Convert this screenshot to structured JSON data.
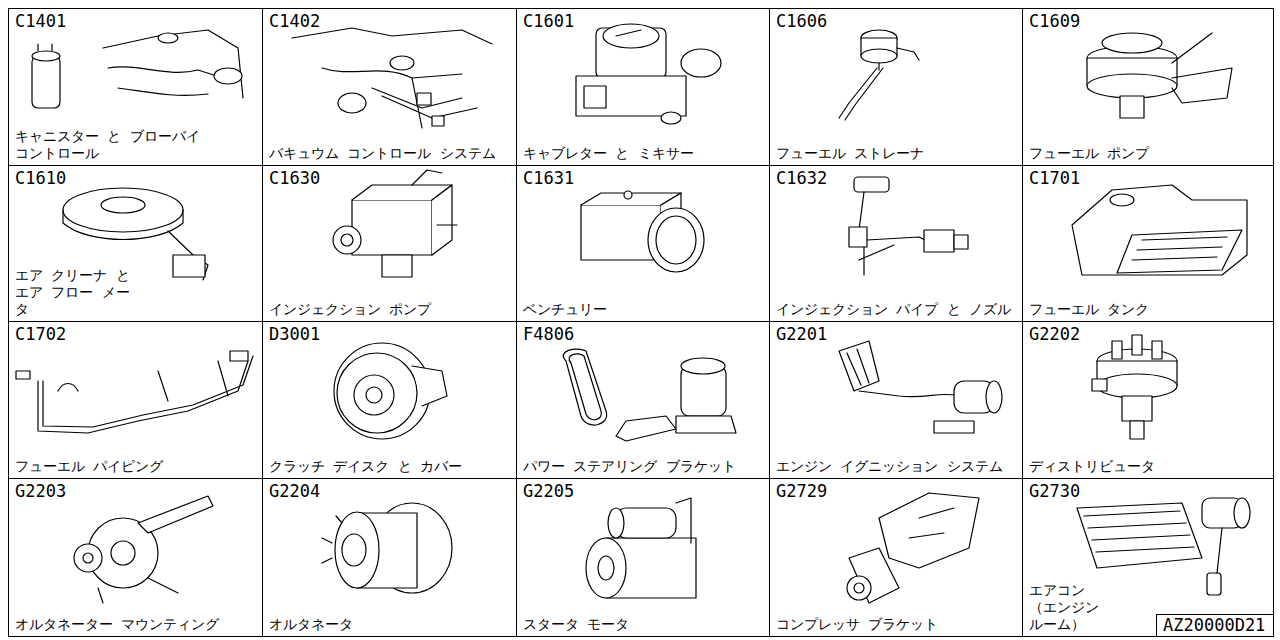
{
  "diagram": {
    "nodes": [
      {
        "text": [
          "C1401",
          "キャニスター と ブローバイ コントロール"
        ]
      },
      {
        "text": [
          "C1402",
          "バキュウム コントロール システム"
        ]
      },
      {
        "text": [
          "C1601",
          "キャブレター と ミキサー"
        ]
      },
      {
        "text": [
          "C1606",
          "フューエル ストレーナ"
        ]
      },
      {
        "text": [
          "C1609",
          "フューエル ポンプ"
        ]
      },
      {
        "text": [
          "C1610",
          "エア クリーナ と エア フロー メータ"
        ]
      },
      {
        "text": [
          "C1630",
          "インジェクション ポンプ"
        ]
      },
      {
        "text": [
          "C1631",
          "ベンチュリー"
        ]
      },
      {
        "text": [
          "C1632",
          "インジェクション パイプ と ノズル"
        ]
      },
      {
        "text": [
          "C1701",
          "フューエル タンク"
        ]
      },
      {
        "text": [
          "C1702",
          "フューエル  パイピング"
        ]
      },
      {
        "text": [
          "D3001",
          "クラッチ デイスク と カバー"
        ]
      },
      {
        "text": [
          "F4806",
          "パワー ステアリング ブラケット"
        ]
      },
      {
        "text": [
          "G2201",
          "エンジン イグニッション システム"
        ]
      },
      {
        "text": [
          "G2202",
          "ディストリビュータ"
        ]
      },
      {
        "text": [
          "G2203",
          "オルタネーター マウンティング"
        ]
      },
      {
        "text": [
          "G2204",
          "オルタネータ"
        ]
      },
      {
        "text": [
          "G2205",
          "スタータ モータ"
        ]
      },
      {
        "text": [
          "G2729",
          "コンプレッサ ブラケット"
        ]
      },
      {
        "text": [
          "G2730",
          "エアコン （エンジン ルーム）"
        ]
      },
      {
        "text": [
          "AZ20000D21"
        ],
        "in": 19
      }
    ]
  }
}
